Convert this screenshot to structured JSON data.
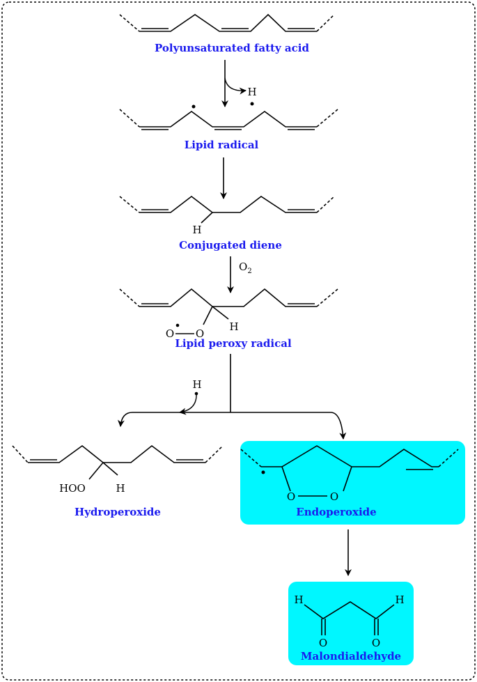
{
  "labels": {
    "pufa": "Polyunsaturated fatty acid",
    "lipid_radical": "Lipid radical",
    "conjugated_diene": "Conjugated diene",
    "lipid_peroxy_radical": "Lipid peroxy radical",
    "hydroperoxide": "Hydroperoxide",
    "endoperoxide": "Endoperoxide",
    "malondialdehyde": "Malondialdehyde"
  },
  "atoms": {
    "h": "H",
    "o": "O",
    "o2_main": "O",
    "o2_sub": "2",
    "hoo": "HOO"
  },
  "colors": {
    "label_text": "#1a1aee",
    "highlight_box": "#00f7ff",
    "bond": "#000000",
    "frame_border": "#000000"
  }
}
